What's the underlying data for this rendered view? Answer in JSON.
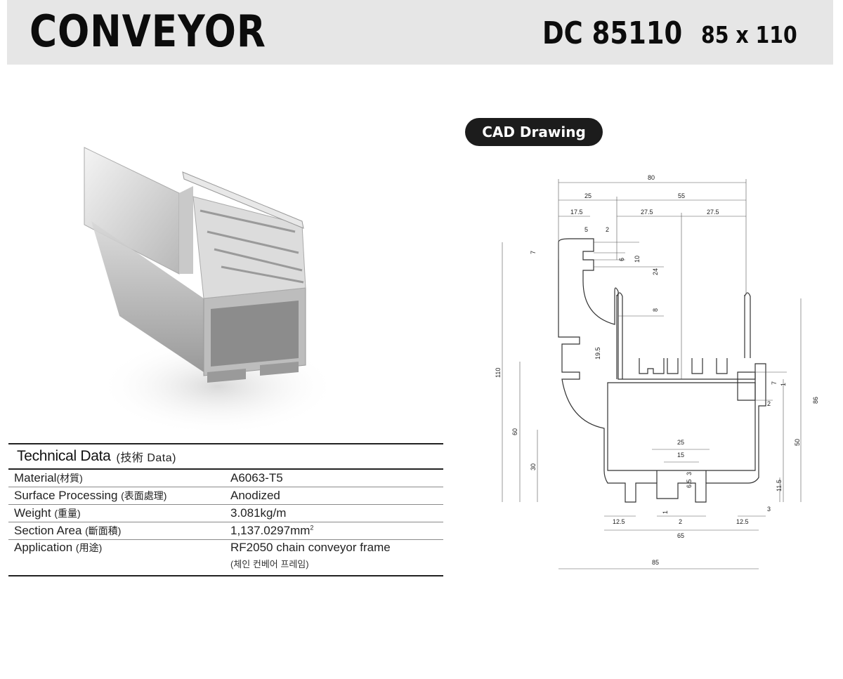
{
  "header": {
    "title": "CONVEYOR",
    "model": "DC 85110",
    "size": "85 x 110"
  },
  "cad": {
    "label": "CAD Drawing",
    "dimensions": [
      "80",
      "25",
      "55",
      "17.5",
      "27.5",
      "27.5",
      "5",
      "2",
      "7",
      "6",
      "10",
      "24",
      "8",
      "19.5",
      "110",
      "60",
      "30",
      "7",
      "1",
      "2",
      "86",
      "50",
      "25",
      "15",
      "6.5",
      "3",
      "11.5",
      "3",
      "1",
      "12.5",
      "2",
      "12.5",
      "65",
      "85"
    ]
  },
  "technical_data": {
    "title": "Technical Data",
    "title_sub": "(技術  Data)",
    "rows": [
      {
        "key": "Material",
        "key_sub": "(材質)",
        "value": "A6063-T5"
      },
      {
        "key": "Surface Processing",
        "key_sub": "(表面處理)",
        "value": "Anodized"
      },
      {
        "key": "Weight",
        "key_sub": "(重量)",
        "value": "3.081kg/m"
      },
      {
        "key": "Section Area",
        "key_sub": "(斷面積)",
        "value": "1,137.0297mm",
        "value_sup": "2"
      },
      {
        "key": "Application",
        "key_sub": "(用途)",
        "value": "RF2050 chain conveyor frame",
        "value_note": "(체인 컨베어 프레임)"
      }
    ]
  },
  "colors": {
    "header_band": "#e6e6e6",
    "pill": "#1c1c1c",
    "rules": "#222222"
  }
}
